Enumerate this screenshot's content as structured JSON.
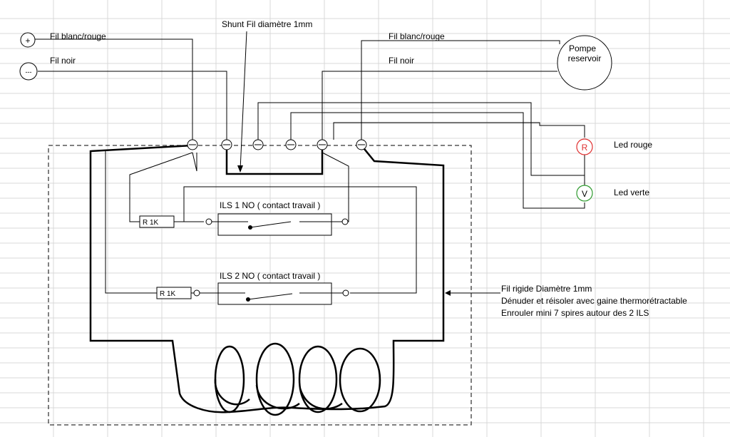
{
  "diagram": {
    "terminals": {
      "plus": "+",
      "minus": "---"
    },
    "labels": {
      "fil_blanc_rouge_left": "Fil blanc/rouge",
      "fil_noir_left": "Fil noir",
      "shunt": "Shunt Fil diamètre 1mm",
      "fil_blanc_rouge_right": "Fil blanc/rouge",
      "fil_noir_right": "Fil noir",
      "pompe_line1": "Pompe",
      "pompe_line2": "reservoir",
      "led_rouge": "Led rouge",
      "led_verte": "Led verte",
      "led_r_symbol": "R",
      "led_v_symbol": "V",
      "ils1": "ILS 1 NO ( contact travail )",
      "ils2": "ILS 2 NO ( contact travail )",
      "resistor1": "R 1K",
      "resistor2": "R 1K",
      "note_line1": "Fil rigide Diamètre 1mm",
      "note_line2": "Dénuder et réisoler avec gaine thermorétractable",
      "note_line3": "Enrouler mini 7 spires autour des 2 ILS"
    },
    "colors": {
      "led_rouge": "#e03030",
      "led_verte": "#2e9a2e",
      "gridline": "#d9d9d9"
    }
  }
}
